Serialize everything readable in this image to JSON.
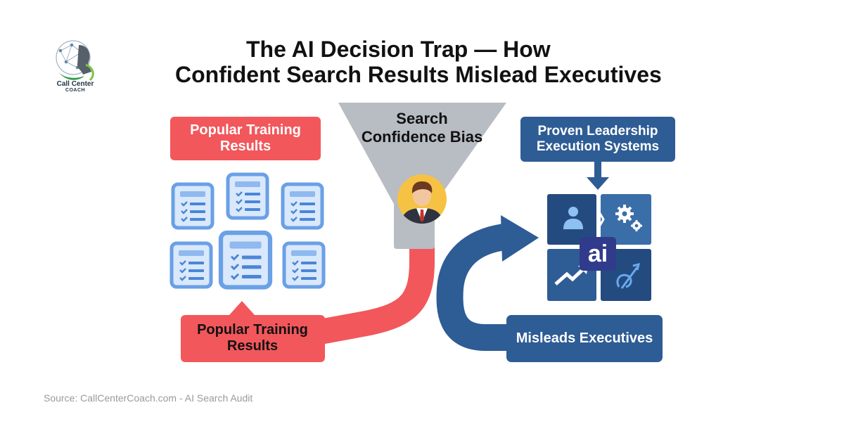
{
  "logo": {
    "line1": "Call Center",
    "line2": "COACH"
  },
  "title": {
    "line1": "The AI Decision Trap — How",
    "line2": "Confident Search Results Mislead Executives"
  },
  "left": {
    "label": "Popular Training Results",
    "bottom_label": "Popular Training Results",
    "color": "#f2575b"
  },
  "funnel": {
    "label": "Search Confidence Bias",
    "color": "#b8bcc3"
  },
  "right": {
    "label": "Proven Leadership Execution Systems",
    "bottom_label": "Misleads Executives",
    "center_text": "ai",
    "color": "#2e5c95"
  },
  "source": "Source: CallCenterCoach.com - AI Search Audit"
}
